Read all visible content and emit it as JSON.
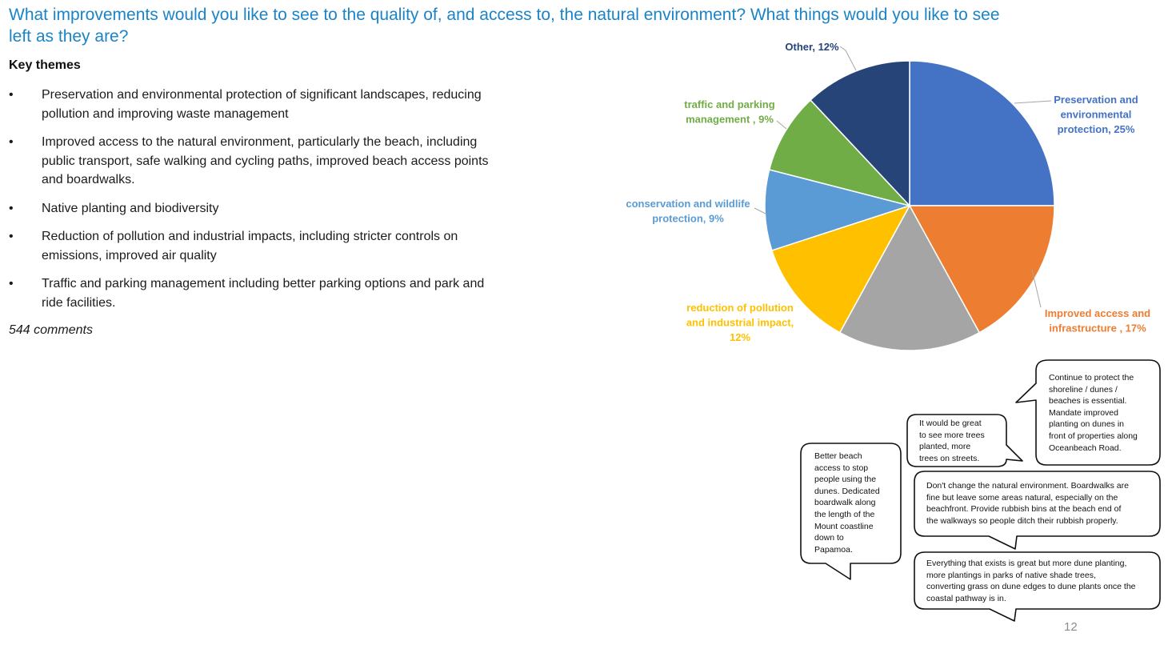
{
  "slide": {
    "title": "What improvements would you like to see to the quality of, and access to, the natural environment? What things would you like to see left as they are?",
    "heading": "Key themes",
    "themes": [
      "Preservation and environmental protection of significant landscapes, reducing pollution and improving waste management",
      "Improved access to the natural environment, particularly the beach, including public transport, safe walking and cycling paths, improved beach access points and boardwalks.",
      "Native planting and biodiversity",
      "Reduction of pollution and industrial impacts, including stricter controls on emissions, improved air quality",
      "Traffic and parking management including better parking options and park and ride facilities."
    ],
    "bullet_glyph": "•",
    "comment_count": "544 comments",
    "page_number": "12"
  },
  "chart_data": {
    "type": "pie",
    "slices": [
      {
        "label_lines": [
          "Preservation and",
          "environmental",
          "protection, 25%"
        ],
        "value": 25,
        "color": "#4472c4",
        "label_color": "#4472c4"
      },
      {
        "label_lines": [
          "Improved access and",
          "infrastructure , 17%"
        ],
        "value": 17,
        "color": "#ed7d31",
        "label_color": "#ed7d31"
      },
      {
        "label_lines": [],
        "value": 16,
        "color": "#a5a5a5",
        "label_color": "#a5a5a5"
      },
      {
        "label_lines": [
          "reduction of pollution",
          "and industrial impact,",
          "12%"
        ],
        "value": 12,
        "color": "#ffc000",
        "label_color": "#ffc000"
      },
      {
        "label_lines": [
          "conservation and wildlife",
          "protection, 9%"
        ],
        "value": 9,
        "color": "#5b9bd5",
        "label_color": "#5b9bd5"
      },
      {
        "label_lines": [
          "traffic and parking",
          "management , 9%"
        ],
        "value": 9,
        "color": "#70ad47",
        "label_color": "#70ad47"
      },
      {
        "label_lines": [
          "Other, 12%"
        ],
        "value": 12,
        "color": "#264478",
        "label_color": "#264478"
      }
    ]
  },
  "quotes": [
    {
      "lines": [
        "Continue to protect the",
        "shoreline / dunes /",
        "beaches is essential.",
        "Mandate improved",
        "planting on dunes in",
        "front of properties along",
        "Oceanbeach Road."
      ]
    },
    {
      "lines": [
        "It would be great",
        "to see more trees",
        "planted, more",
        "trees on streets."
      ]
    },
    {
      "lines": [
        "Better beach",
        "access to stop",
        "people using the",
        "dunes. Dedicated",
        "boardwalk along",
        "the length of the",
        "Mount coastline",
        "down to",
        "Papamoa."
      ]
    },
    {
      "lines": [
        "Don't change the natural environment. Boardwalks are",
        "fine but leave some areas natural, especially on the",
        "beachfront. Provide rubbish bins at the beach end of",
        "the walkways so people ditch their rubbish properly."
      ]
    },
    {
      "lines": [
        "Everything that exists is great but more dune planting,",
        "more plantings in parks of native shade trees,",
        "converting grass on dune edges to dune plants once the",
        "coastal pathway is in."
      ]
    }
  ]
}
